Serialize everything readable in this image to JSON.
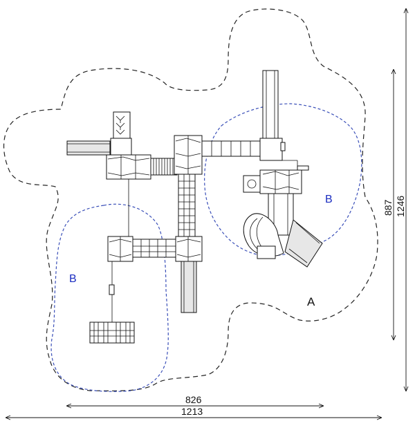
{
  "zones": {
    "use_zone_label": "A",
    "fall_zone_labels": [
      "B",
      "B"
    ]
  },
  "dimensions": {
    "equipment_width": "826",
    "overall_width": "1213",
    "equipment_depth": "887",
    "overall_depth": "1246"
  },
  "colors": {
    "use_zone_line": "#222222",
    "fall_zone_line": "#3a4fb8",
    "fall_zone_label": "#1a2cc0"
  }
}
